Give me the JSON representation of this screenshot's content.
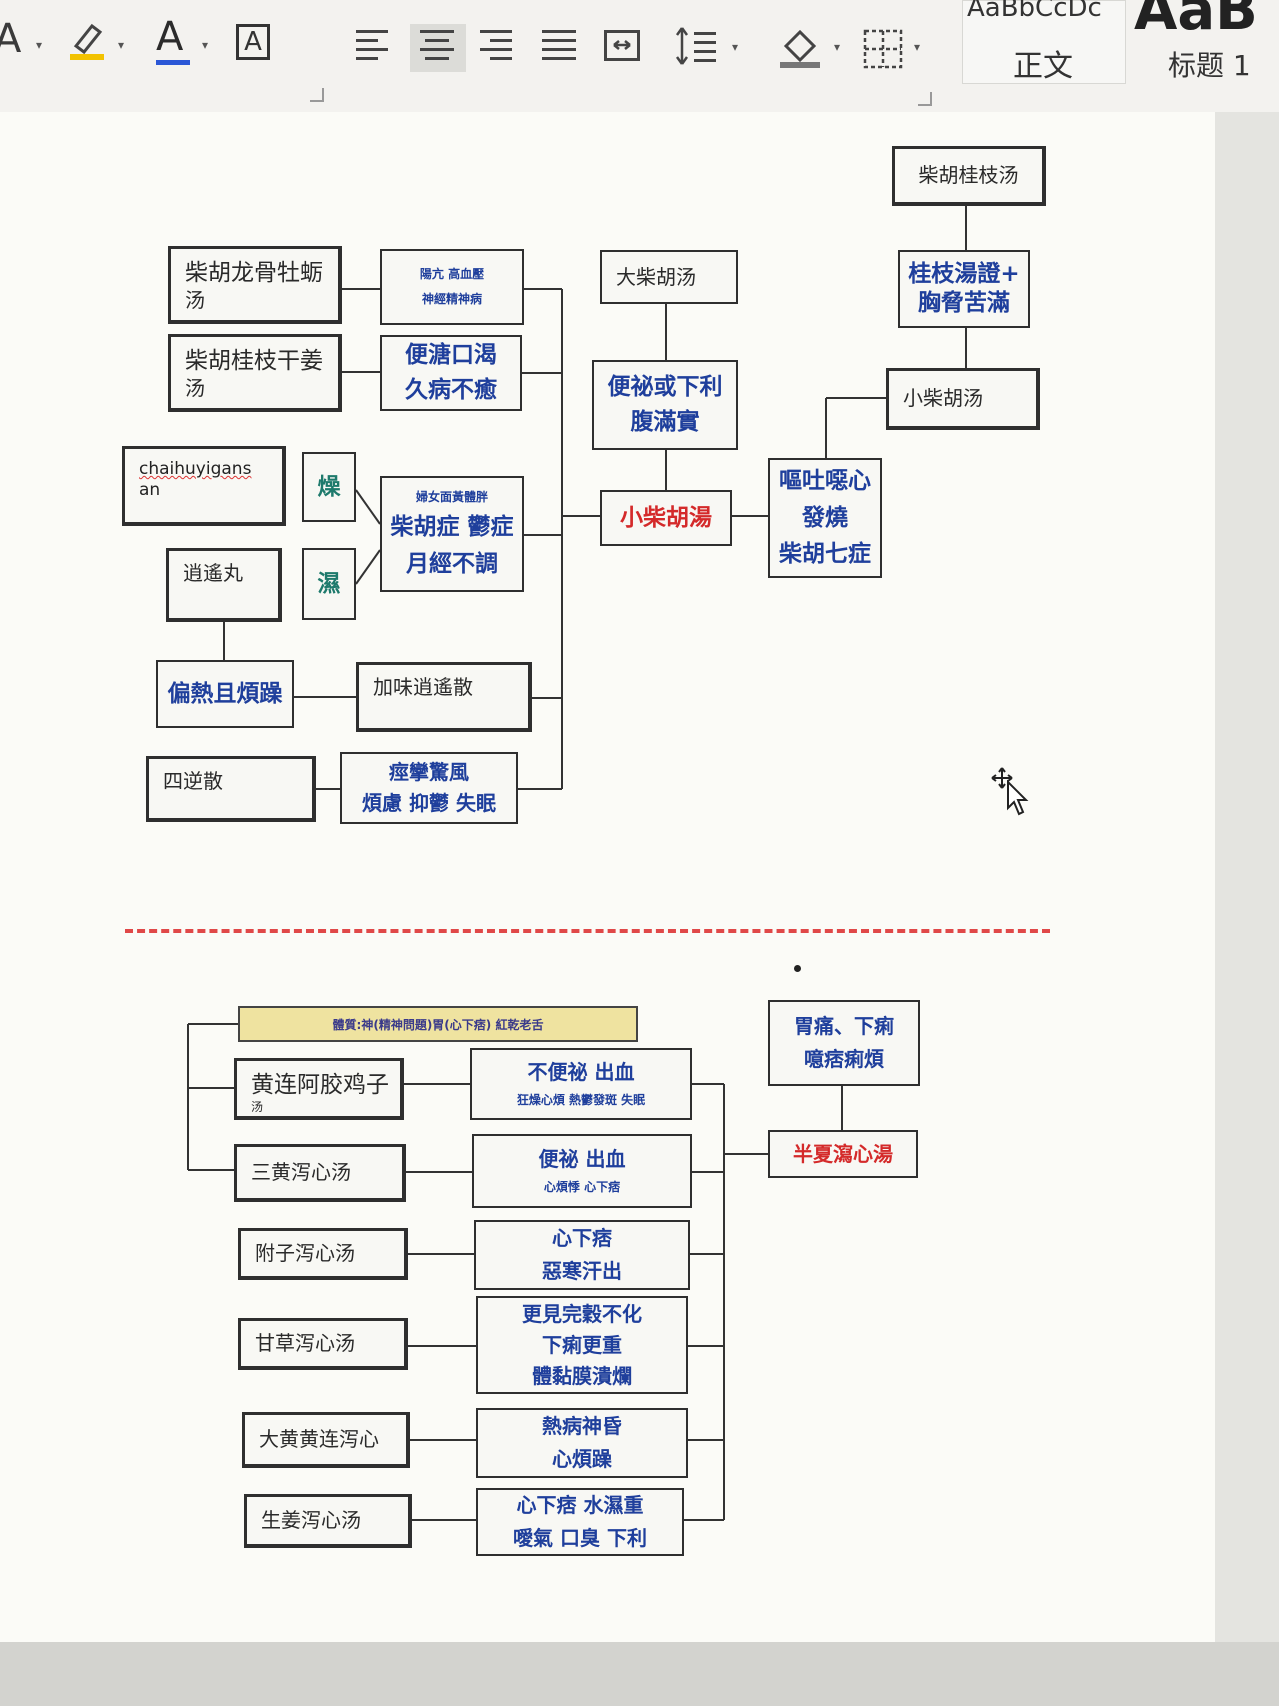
{
  "ribbon": {
    "font_glyph": "A",
    "font_color_glyph": "A",
    "char_border_glyph": "A",
    "styles": [
      {
        "preview": "AaBbCcDc",
        "name": "正文"
      },
      {
        "preview": "AaB",
        "name": "标题 1"
      }
    ],
    "highlight_color": "#f2c200",
    "font_color_bar": "#2b57d6"
  },
  "diagram_top": {
    "chaihu_guizhi": "柴胡桂枝汤",
    "guizhi_zheng": [
      "桂枝湯證+",
      "胸脅苦滿"
    ],
    "xiao_chaihu_tang_plain": "小柴胡汤",
    "da_chaihu_tang": "大柴胡汤",
    "bianmi_xiali": [
      "便祕或下利",
      "腹滿實"
    ],
    "xiao_chaihu_red": "小柴胡湯",
    "outu": [
      "嘔吐噁心",
      "發燒",
      "柴胡七症"
    ],
    "longgu": [
      "柴胡龙骨牡蛎",
      "汤"
    ],
    "yangkang": [
      "陽亢 高血壓",
      "神經精神病"
    ],
    "guizhi_ganjiang": [
      "柴胡桂枝干姜",
      "汤"
    ],
    "bianyuan": [
      "便溏口渴",
      "久病不癒"
    ],
    "chaihuyiganan": [
      "chaihuyigans",
      "an"
    ],
    "zao": "燥",
    "shi": "濕",
    "funv": [
      "婦女面黃體胖",
      "柴胡症 鬱症",
      "月經不調"
    ],
    "xiaoyao_wan": "逍遙丸",
    "pianre": "偏熱且煩躁",
    "jiawei_xiaoyao": "加味逍遙散",
    "sini_san": "四逆散",
    "jingluan": [
      "痙攣驚風",
      "煩慮 抑鬱 失眠"
    ]
  },
  "diagram_bottom": {
    "constitution_bar": "體質:神(精神問題)胃(心下痞) 紅乾老舌",
    "weitong": [
      "胃痛、下痢",
      "噫痞痢煩"
    ],
    "banxia_xiexin": "半夏瀉心湯",
    "huanglian_ejiao": [
      "黄连阿胶鸡子",
      "汤"
    ],
    "bubianmi": [
      "不便祕 出血",
      "狂燥心煩 熱鬱發斑 失眠"
    ],
    "sanhuang": "三黄泻心汤",
    "bianmi_chuxue": [
      "便祕 出血",
      "心煩悸 心下痞"
    ],
    "fuzi": "附子泻心汤",
    "xinxiapi": [
      "心下痞",
      "惡寒汗出"
    ],
    "gancao": "甘草泻心汤",
    "gengjian": [
      "更見完穀不化",
      "下痢更重",
      "體黏膜潰爛"
    ],
    "dahuang": "大黄黄连泻心",
    "rebing": [
      "熱病神昏",
      "心煩躁"
    ],
    "shengjiang": "生姜泻心汤",
    "xinxiapi_shui": [
      "心下痞 水濕重",
      "噯氣 口臭 下利"
    ]
  }
}
